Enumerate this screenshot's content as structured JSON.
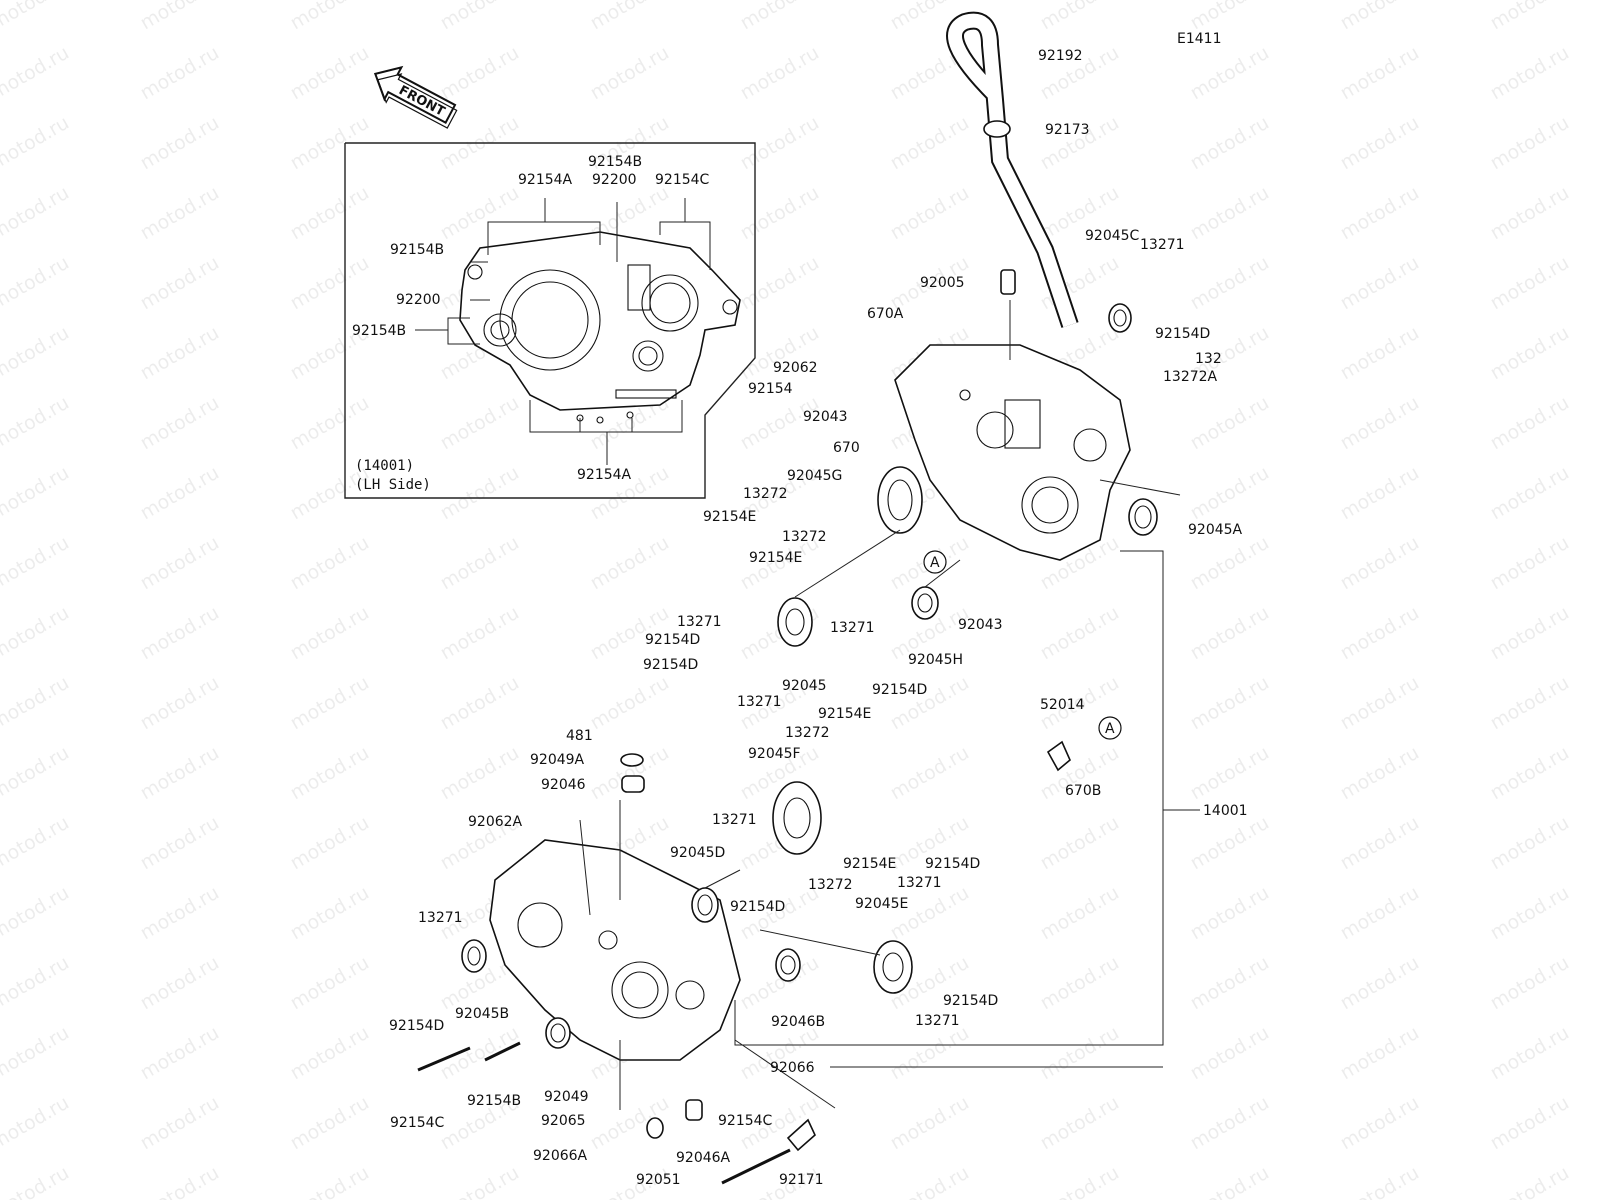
{
  "diagram_code": "E1411",
  "front_label": "FRONT",
  "inset": {
    "ref": "(14001)",
    "side": "(LH Side)",
    "labels": [
      "92154B",
      "92154A",
      "92200",
      "92154C",
      "92154B",
      "92200",
      "92154B",
      "92154A"
    ]
  },
  "circle_marker": "A",
  "labels": [
    "92192",
    "92173",
    "92005",
    "13271",
    "92045C",
    "92154D",
    "670A",
    "132",
    "13272A",
    "92062",
    "92154",
    "92043",
    "670",
    "92045G",
    "13272",
    "92154E",
    "13272",
    "92154E",
    "92045A",
    "92043",
    "13271",
    "92154D",
    "92154D",
    "13271",
    "92045",
    "13271",
    "92045H",
    "92154D",
    "52014",
    "670B",
    "481",
    "92049A",
    "92046",
    "92154E",
    "13272",
    "92045F",
    "14001",
    "92062A",
    "13271",
    "92045D",
    "92154D",
    "92154E",
    "13272",
    "92154D",
    "13271",
    "92045E",
    "13271",
    "92154D",
    "92045B",
    "92154D",
    "13271",
    "92046B",
    "92066",
    "92154C",
    "92154B",
    "92049",
    "92065",
    "92154C",
    "92066A",
    "92046A",
    "92051",
    "92171"
  ],
  "watermark_text": "motod.ru"
}
